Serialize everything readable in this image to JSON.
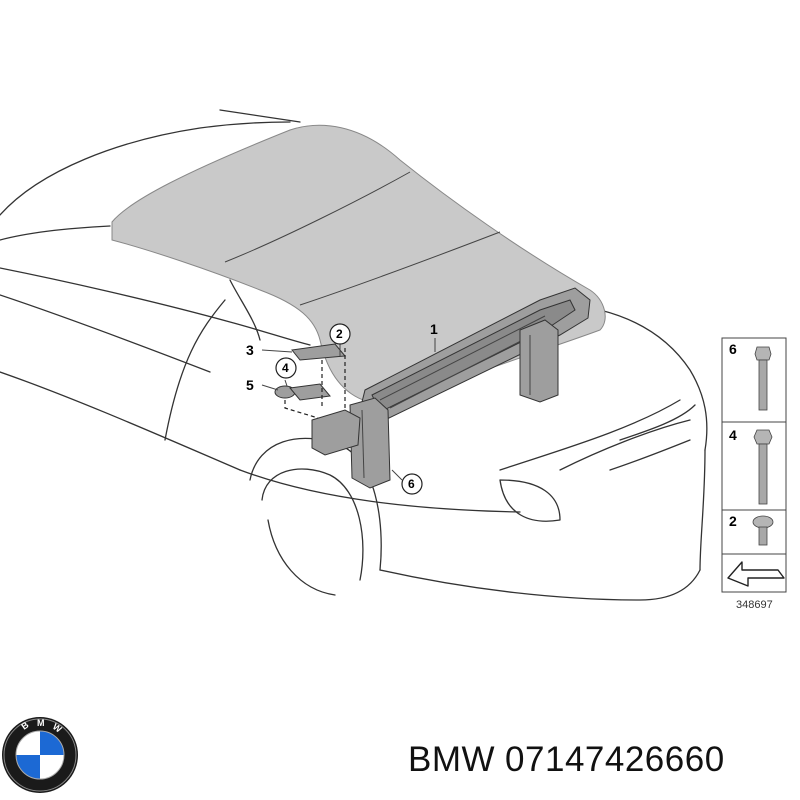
{
  "diagram": {
    "callouts": [
      "1",
      "2",
      "3",
      "4",
      "5",
      "6"
    ],
    "legend": {
      "items": [
        {
          "number": "6",
          "part": "long bolt"
        },
        {
          "number": "4",
          "part": "bolt"
        },
        {
          "number": "2",
          "part": "torx screw"
        }
      ],
      "drawing_number": "348697"
    }
  },
  "caption": {
    "brand": "BMW",
    "part_number": "07147426660"
  },
  "colors": {
    "roof": "#c9c9c9",
    "part": "#9e9e9e",
    "line": "#333333",
    "logo_blue": "#1c69d4"
  },
  "icons": [
    "bmw-roundel-logo",
    "bolt-icon",
    "screw-icon",
    "direction-arrow-icon"
  ]
}
